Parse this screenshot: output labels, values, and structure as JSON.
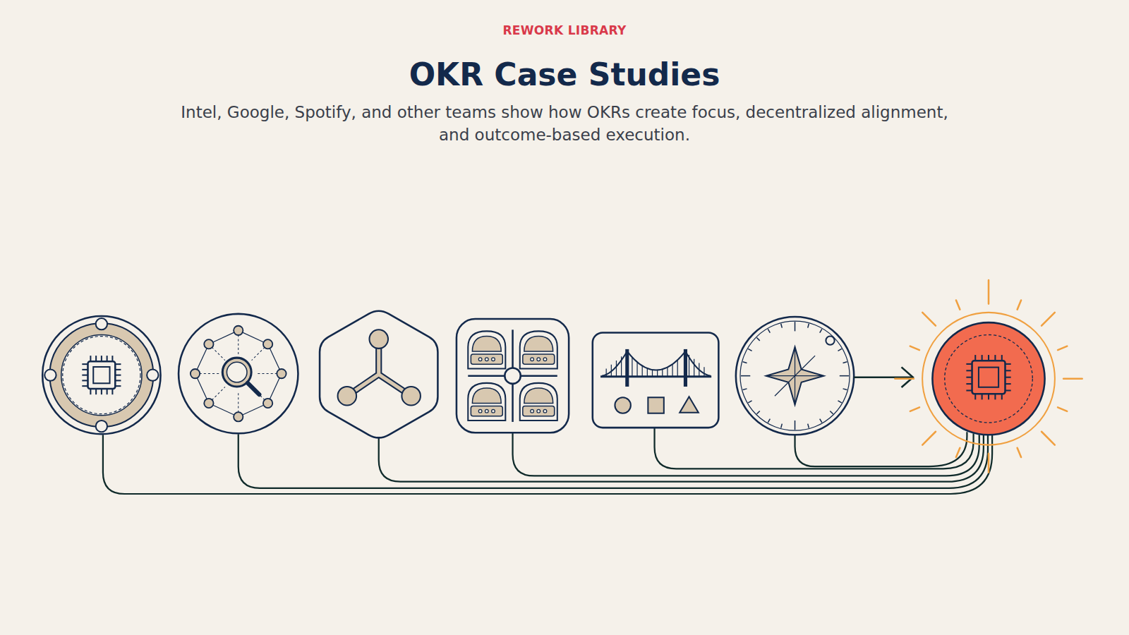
{
  "diagram": {
    "title": "OKR Case Studies",
    "caption": "Intel, Google, Spotify, and other teams show how OKRs create focus, decentralized alignment, and outcome-based execution.",
    "labels": [
      "REWORK LIBRARY"
    ]
  }
}
